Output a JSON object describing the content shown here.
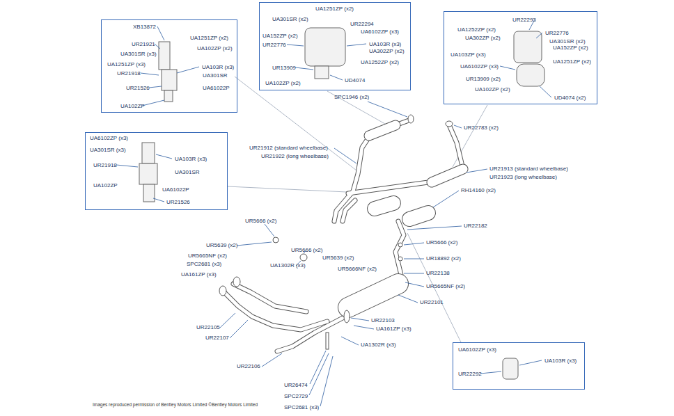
{
  "diagram": {
    "caption": "Images reproduced permission of Bentley Motors Limited ©Bentley Motors Limited",
    "nodes": [
      {
        "text": [
          "XB13872",
          "UR21921",
          "UA1251ZP (x2)",
          "UA301SR (x3)",
          "UA102ZP (x2)",
          "UA1251ZP (x3)",
          "UR21918",
          "UA103R (x3)",
          "UA301SR",
          "UR21526",
          "UA61022P",
          "UA102ZP"
        ]
      },
      {
        "text": [
          "UA1251ZP (x2)",
          "UA301SR (x2)",
          "UR22294",
          "UA6102ZP (x3)",
          "UA152ZP (x2)",
          "UR22776",
          "UA103R (x3)",
          "UA302ZP (x2)",
          "UA1252ZP (x2)",
          "UR13909",
          "UD4074",
          "UA102ZP (x2)"
        ]
      },
      {
        "text": [
          "UR22293",
          "UA1252ZP (x2)",
          "UR22776",
          "UA302ZP (x2)",
          "UA301SR (x2)",
          "UA152ZP (x2)",
          "UA103ZP (x3)",
          "UA1251ZP (x2)",
          "UA6102ZP (x3)",
          "UR13909 (x2)",
          "UA102ZP (x2)",
          "UD4074 (x2)"
        ]
      },
      {
        "text": [
          "UA6102ZP (x3)",
          "UA301SR (x3)",
          "UA103R (x3)",
          "UR21918",
          "UA301SR",
          "UA102ZP",
          "UA61022P",
          "UR21526"
        ]
      },
      {
        "text": [
          "UA6102ZP (x3)",
          "UA103R (x3)",
          "UR22292"
        ]
      }
    ],
    "labels": [
      "SPC1946 (x2)",
      "UR22783 (x2)",
      "UR21912 (standard wheelbase)",
      "UR21922 (long wheelbase)",
      "UR21913 (standard wheelbase)",
      "UR21923 (long wheelbase)",
      "RH14160 (x2)",
      "UR22182",
      "UR5666 (x2)",
      "UR5639 (x2)",
      "UR5665NF (x2)",
      "SPC2681 (x3)",
      "UA161ZP (x3)",
      "UA1302R (x3)",
      "UR5666 (x2)",
      "UR5639 (x2)",
      "UR5666NF (x2)",
      "UR5666 (x2)",
      "UR18892 (x2)",
      "UR22138",
      "UR5665NF (x2)",
      "UR22101",
      "UR22103",
      "UA161ZP (x3)",
      "UA1302R (x3)",
      "UR22105",
      "UR22107",
      "UR22106",
      "UR26474",
      "SPC2729",
      "SPC2681 (x3)"
    ]
  }
}
